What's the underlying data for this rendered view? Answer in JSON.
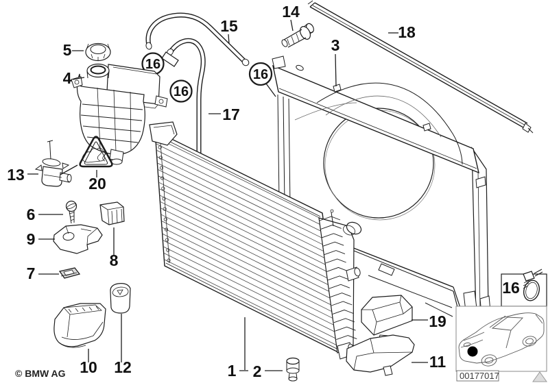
{
  "page": {
    "background_color": "#ffffff",
    "line_color": "#1c1c1c"
  },
  "callouts": {
    "radiator": "1",
    "drain_plug": "2",
    "fan_shroud": "3",
    "expansion_tank": "4",
    "cap": "5",
    "screw": "6",
    "clip": "7",
    "rubber_mount": "8",
    "bracket": "9",
    "air_duct_left": "10",
    "air_duct_right": "11",
    "cover": "12",
    "level_sensor": "13",
    "expanding_rivet": "14",
    "hose_upper": "15",
    "hose_lower": "17",
    "trim_strip": "18",
    "bracket_right": "19",
    "warning_label": "20"
  },
  "clamps": {
    "circle_labels": [
      "16",
      "16",
      "16"
    ],
    "legend_label": "16"
  },
  "footer": {
    "copyright": "© BMW AG",
    "image_number": "00177017"
  }
}
